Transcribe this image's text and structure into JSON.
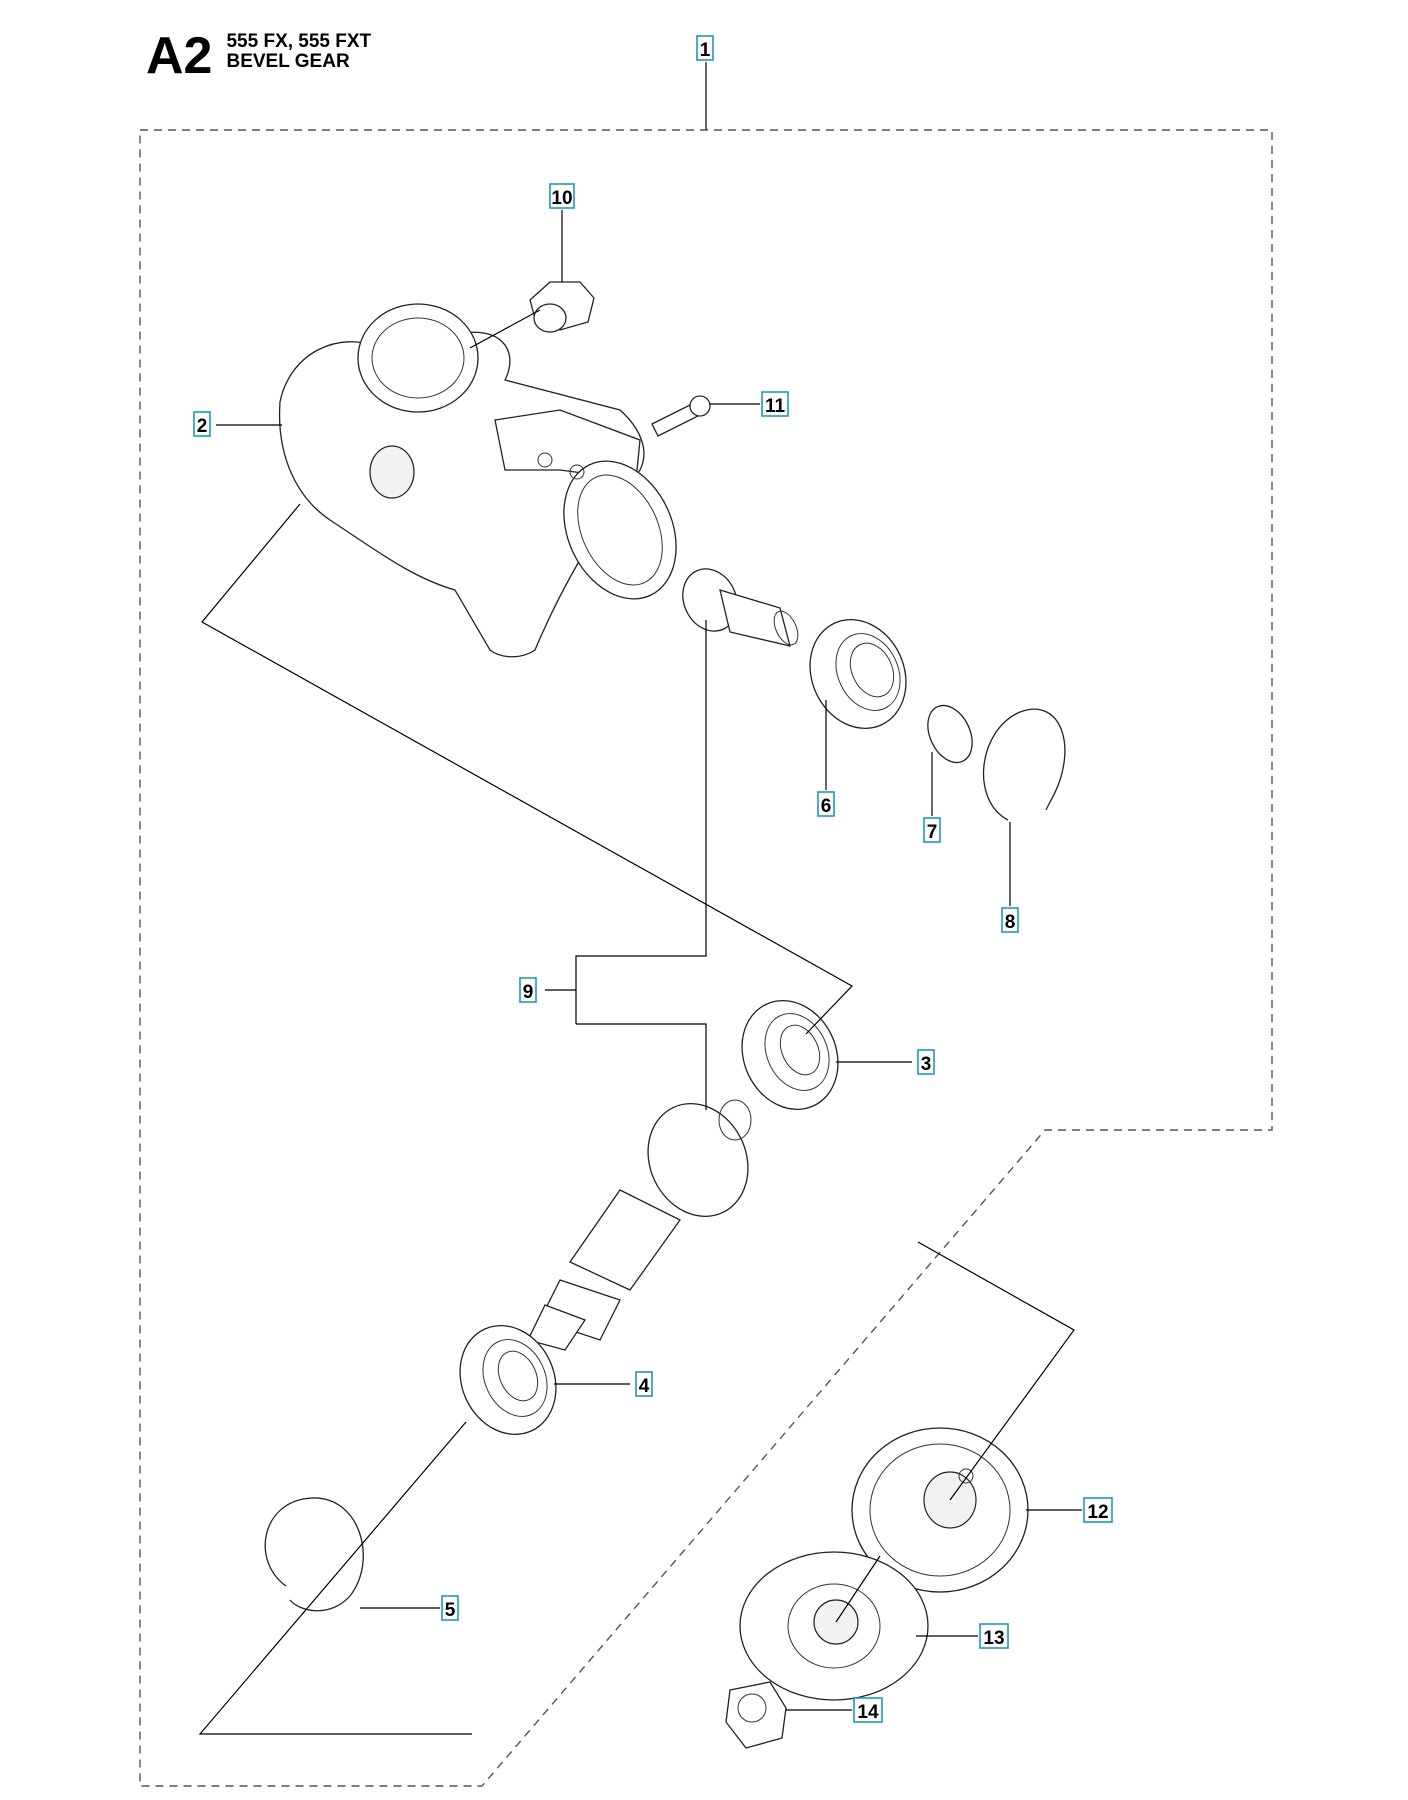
{
  "header": {
    "section_code": "A2",
    "models": "555 FX, 555 FXT",
    "title": "BEVEL GEAR"
  },
  "callouts": [
    "1",
    "2",
    "3",
    "4",
    "5",
    "6",
    "7",
    "8",
    "9",
    "10",
    "11",
    "12",
    "13",
    "14"
  ],
  "colors": {
    "callout_border": "#1a9bb8",
    "line": "#000000",
    "background": "#ffffff"
  }
}
